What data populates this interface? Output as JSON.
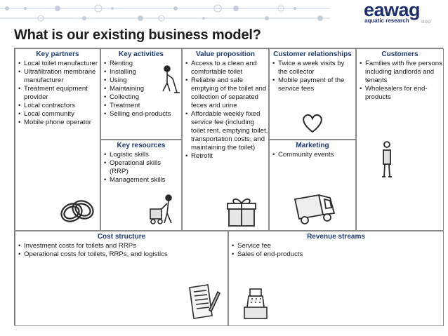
{
  "brand": {
    "name": "eawag",
    "subtitle": "aquatic research",
    "subtitle_suffix": "ooo"
  },
  "slide": {
    "title": "What is our existing business model?"
  },
  "canvas": {
    "key_partners": {
      "title": "Key partners",
      "items": [
        "Local toilet manufacturer",
        "Ultrafiltration membrane manufacturer",
        "Treatment equipment provider",
        "Local contractors",
        "Local community",
        "Mobile phone operator"
      ]
    },
    "key_activities": {
      "title": "Key activities",
      "items": [
        "Renting",
        "Installing",
        "Using",
        "Maintaining",
        "Collecting",
        "Treatment",
        "Selling end-products"
      ]
    },
    "key_resources": {
      "title": "Key resources",
      "items": [
        "Logistic skills",
        "Operational skills (RRP)",
        "Management skills"
      ]
    },
    "value_proposition": {
      "title": "Value proposition",
      "items": [
        "Access to a clean and comfortable toilet",
        "Reliable and safe emptying of the toilet and collection of separated feces and urine",
        "Affordable weekly fixed service fee (including toilet rent, emptying toilet, transportation costs, and maintaining the toilet)",
        "Retrofit"
      ]
    },
    "customer_relationships": {
      "title": "Customer relationships",
      "items": [
        "Twice a week visits by the collector",
        "Mobile payment of the service fees"
      ]
    },
    "marketing": {
      "title": "Marketing",
      "items": [
        "Community events"
      ]
    },
    "customers": {
      "title": "Customers",
      "items": [
        "Families with five persons including landlords and tenants",
        "Wholesalers for end-products"
      ]
    },
    "cost_structure": {
      "title": "Cost structure",
      "items": [
        "Investment costs for toilets and RRPs",
        "Operational costs for toilets, RRPs, and logistics"
      ]
    },
    "revenue_streams": {
      "title": "Revenue streams",
      "items": [
        "Service fee",
        "Sales of end-products"
      ]
    }
  },
  "icons": {
    "key_partners": "interlocked-rings-icon",
    "key_activities": "worker-sweeping-icon",
    "key_resources": "worker-with-cart-icon",
    "value_proposition": "gift-box-icon",
    "customer_relationships": "heart-icon",
    "marketing": "delivery-truck-icon",
    "customers": "person-icon",
    "cost_structure": "list-with-pen-icon",
    "revenue_streams": "cash-register-icon"
  },
  "colors": {
    "heading_blue": "#1f3b70",
    "brand_blue": "#1d2f6e",
    "border_gray": "#8a8a8a"
  }
}
